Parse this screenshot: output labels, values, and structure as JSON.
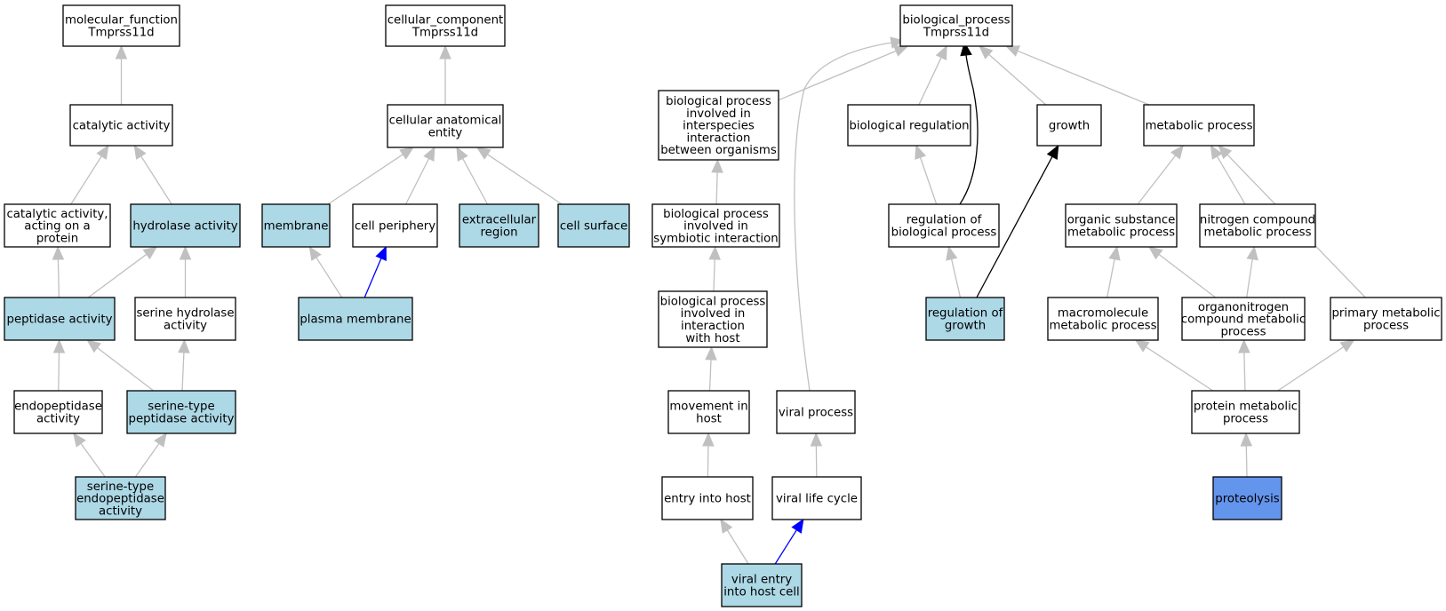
{
  "colors": {
    "plain": "#ffffff",
    "highlight": "#add8e6",
    "focus": "#6495ed",
    "edge_default": "#c0c0c0",
    "edge_black": "#000000",
    "edge_blue": "#0000ff"
  },
  "graph": {
    "nodes": [
      {
        "id": "mf",
        "lines": [
          "molecular_function",
          "Tmprss11d"
        ],
        "fill": "plain"
      },
      {
        "id": "catalytic",
        "lines": [
          "catalytic activity"
        ],
        "fill": "plain"
      },
      {
        "id": "cat_protein",
        "lines": [
          "catalytic activity,",
          "acting on a",
          "protein"
        ],
        "fill": "plain"
      },
      {
        "id": "hydrolase",
        "lines": [
          "hydrolase activity"
        ],
        "fill": "highlight"
      },
      {
        "id": "peptidase",
        "lines": [
          "peptidase activity"
        ],
        "fill": "highlight"
      },
      {
        "id": "ser_hydrolase",
        "lines": [
          "serine hydrolase",
          "activity"
        ],
        "fill": "plain"
      },
      {
        "id": "endopeptidase",
        "lines": [
          "endopeptidase",
          "activity"
        ],
        "fill": "plain"
      },
      {
        "id": "ser_peptidase",
        "lines": [
          "serine-type",
          "peptidase activity"
        ],
        "fill": "highlight"
      },
      {
        "id": "ser_endopeptidase",
        "lines": [
          "serine-type",
          "endopeptidase",
          "activity"
        ],
        "fill": "highlight"
      },
      {
        "id": "cc",
        "lines": [
          "cellular_component",
          "Tmprss11d"
        ],
        "fill": "plain"
      },
      {
        "id": "cae",
        "lines": [
          "cellular anatomical",
          "entity"
        ],
        "fill": "plain"
      },
      {
        "id": "membrane",
        "lines": [
          "membrane"
        ],
        "fill": "highlight"
      },
      {
        "id": "periphery",
        "lines": [
          "cell periphery"
        ],
        "fill": "plain"
      },
      {
        "id": "extracellular",
        "lines": [
          "extracellular",
          "region"
        ],
        "fill": "highlight"
      },
      {
        "id": "surface",
        "lines": [
          "cell surface"
        ],
        "fill": "highlight"
      },
      {
        "id": "plasma",
        "lines": [
          "plasma membrane"
        ],
        "fill": "highlight"
      },
      {
        "id": "bp",
        "lines": [
          "biological_process",
          "Tmprss11d"
        ],
        "fill": "plain"
      },
      {
        "id": "interspecies",
        "lines": [
          "biological process",
          "involved in",
          "interspecies",
          "interaction",
          "between organisms"
        ],
        "fill": "plain"
      },
      {
        "id": "bioreg",
        "lines": [
          "biological regulation"
        ],
        "fill": "plain"
      },
      {
        "id": "growth",
        "lines": [
          "growth"
        ],
        "fill": "plain"
      },
      {
        "id": "metabolic",
        "lines": [
          "metabolic process"
        ],
        "fill": "plain"
      },
      {
        "id": "symbiotic",
        "lines": [
          "biological process",
          "involved in",
          "symbiotic interaction"
        ],
        "fill": "plain"
      },
      {
        "id": "reg_bp",
        "lines": [
          "regulation of",
          "biological process"
        ],
        "fill": "plain"
      },
      {
        "id": "organic",
        "lines": [
          "organic substance",
          "metabolic process"
        ],
        "fill": "plain"
      },
      {
        "id": "nitrogen",
        "lines": [
          "nitrogen compound",
          "metabolic process"
        ],
        "fill": "plain"
      },
      {
        "id": "with_host",
        "lines": [
          "biological process",
          "involved in",
          "interaction",
          "with host"
        ],
        "fill": "plain"
      },
      {
        "id": "reg_growth",
        "lines": [
          "regulation of",
          "growth"
        ],
        "fill": "highlight"
      },
      {
        "id": "macromolecule",
        "lines": [
          "macromolecule",
          "metabolic process"
        ],
        "fill": "plain"
      },
      {
        "id": "organonitrogen",
        "lines": [
          "organonitrogen",
          "compound metabolic",
          "process"
        ],
        "fill": "plain"
      },
      {
        "id": "primary",
        "lines": [
          "primary metabolic",
          "process"
        ],
        "fill": "plain"
      },
      {
        "id": "movement",
        "lines": [
          "movement in",
          "host"
        ],
        "fill": "plain"
      },
      {
        "id": "viral_process",
        "lines": [
          "viral process"
        ],
        "fill": "plain"
      },
      {
        "id": "protein_met",
        "lines": [
          "protein metabolic",
          "process"
        ],
        "fill": "plain"
      },
      {
        "id": "entry_host",
        "lines": [
          "entry into host"
        ],
        "fill": "plain"
      },
      {
        "id": "viral_life",
        "lines": [
          "viral life cycle"
        ],
        "fill": "plain"
      },
      {
        "id": "proteolysis",
        "lines": [
          "proteolysis"
        ],
        "fill": "focus"
      },
      {
        "id": "viral_entry",
        "lines": [
          "viral entry",
          "into host cell"
        ],
        "fill": "highlight"
      }
    ],
    "edges": [
      {
        "from": "catalytic",
        "to": "mf",
        "color": "edge_default"
      },
      {
        "from": "cat_protein",
        "to": "catalytic",
        "color": "edge_default"
      },
      {
        "from": "hydrolase",
        "to": "catalytic",
        "color": "edge_default"
      },
      {
        "from": "peptidase",
        "to": "cat_protein",
        "color": "edge_default"
      },
      {
        "from": "peptidase",
        "to": "hydrolase",
        "color": "edge_default"
      },
      {
        "from": "ser_hydrolase",
        "to": "hydrolase",
        "color": "edge_default"
      },
      {
        "from": "endopeptidase",
        "to": "peptidase",
        "color": "edge_default"
      },
      {
        "from": "ser_peptidase",
        "to": "peptidase",
        "color": "edge_default"
      },
      {
        "from": "ser_peptidase",
        "to": "ser_hydrolase",
        "color": "edge_default"
      },
      {
        "from": "ser_endopeptidase",
        "to": "endopeptidase",
        "color": "edge_default"
      },
      {
        "from": "ser_endopeptidase",
        "to": "ser_peptidase",
        "color": "edge_default"
      },
      {
        "from": "cae",
        "to": "cc",
        "color": "edge_default"
      },
      {
        "from": "membrane",
        "to": "cae",
        "color": "edge_default"
      },
      {
        "from": "periphery",
        "to": "cae",
        "color": "edge_default"
      },
      {
        "from": "extracellular",
        "to": "cae",
        "color": "edge_default"
      },
      {
        "from": "surface",
        "to": "cae",
        "color": "edge_default"
      },
      {
        "from": "plasma",
        "to": "membrane",
        "color": "edge_default"
      },
      {
        "from": "plasma",
        "to": "periphery",
        "color": "edge_blue"
      },
      {
        "from": "interspecies",
        "to": "bp",
        "color": "edge_default"
      },
      {
        "from": "bioreg",
        "to": "bp",
        "color": "edge_default"
      },
      {
        "from": "growth",
        "to": "bp",
        "color": "edge_default"
      },
      {
        "from": "metabolic",
        "to": "bp",
        "color": "edge_default"
      },
      {
        "from": "viral_process",
        "to": "bp",
        "color": "edge_default"
      },
      {
        "from": "reg_bp",
        "to": "bp",
        "color": "edge_black"
      },
      {
        "from": "symbiotic",
        "to": "interspecies",
        "color": "edge_default"
      },
      {
        "from": "reg_bp",
        "to": "bioreg",
        "color": "edge_default"
      },
      {
        "from": "organic",
        "to": "metabolic",
        "color": "edge_default"
      },
      {
        "from": "nitrogen",
        "to": "metabolic",
        "color": "edge_default"
      },
      {
        "from": "primary",
        "to": "metabolic",
        "color": "edge_default"
      },
      {
        "from": "with_host",
        "to": "symbiotic",
        "color": "edge_default"
      },
      {
        "from": "reg_growth",
        "to": "reg_bp",
        "color": "edge_default"
      },
      {
        "from": "reg_growth",
        "to": "growth",
        "color": "edge_black"
      },
      {
        "from": "macromolecule",
        "to": "organic",
        "color": "edge_default"
      },
      {
        "from": "organonitrogen",
        "to": "organic",
        "color": "edge_default"
      },
      {
        "from": "organonitrogen",
        "to": "nitrogen",
        "color": "edge_default"
      },
      {
        "from": "movement",
        "to": "with_host",
        "color": "edge_default"
      },
      {
        "from": "protein_met",
        "to": "macromolecule",
        "color": "edge_default"
      },
      {
        "from": "protein_met",
        "to": "organonitrogen",
        "color": "edge_default"
      },
      {
        "from": "protein_met",
        "to": "primary",
        "color": "edge_default"
      },
      {
        "from": "entry_host",
        "to": "movement",
        "color": "edge_default"
      },
      {
        "from": "viral_life",
        "to": "viral_process",
        "color": "edge_default"
      },
      {
        "from": "proteolysis",
        "to": "protein_met",
        "color": "edge_default"
      },
      {
        "from": "viral_entry",
        "to": "entry_host",
        "color": "edge_default"
      },
      {
        "from": "viral_entry",
        "to": "viral_life",
        "color": "edge_blue"
      }
    ]
  }
}
